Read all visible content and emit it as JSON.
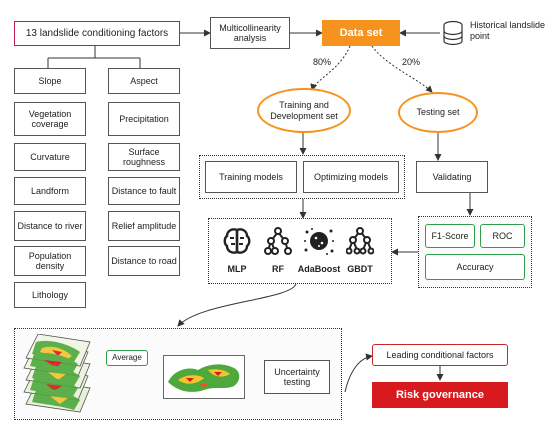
{
  "factors": {
    "header": "13 landslide conditioning factors",
    "left": [
      "Slope",
      "Vegetation coverage",
      "Curvature",
      "Landform",
      "Distance to river",
      "Population density",
      "Lithology"
    ],
    "right": [
      "Aspect",
      "Precipitation",
      "Surface roughness",
      "Distance to fault",
      "Relief amplitude",
      "Distance to road"
    ]
  },
  "multicollinearity": "Multicollinearity analysis",
  "dataset": "Data set",
  "historical": "Historical landslide point",
  "split": {
    "train_pct": "80%",
    "test_pct": "20%"
  },
  "training_set": "Training and Development set",
  "testing_set": "Testing set",
  "training_models": "Training models",
  "optimizing_models": "Optimizing models",
  "validating": "Validating",
  "metrics": [
    "F1-Score",
    "ROC",
    "Accuracy"
  ],
  "models": [
    "MLP",
    "RF",
    "AdaBoost",
    "GBDT"
  ],
  "average": "Average",
  "uncertainty": "Uncertainty testing",
  "leading": "Leading conditional factors",
  "risk": "Risk governance",
  "colors": {
    "orange": "#f6921e",
    "pink": "#c2185b",
    "green": "#2e9c4a",
    "red": "#d8191d"
  }
}
